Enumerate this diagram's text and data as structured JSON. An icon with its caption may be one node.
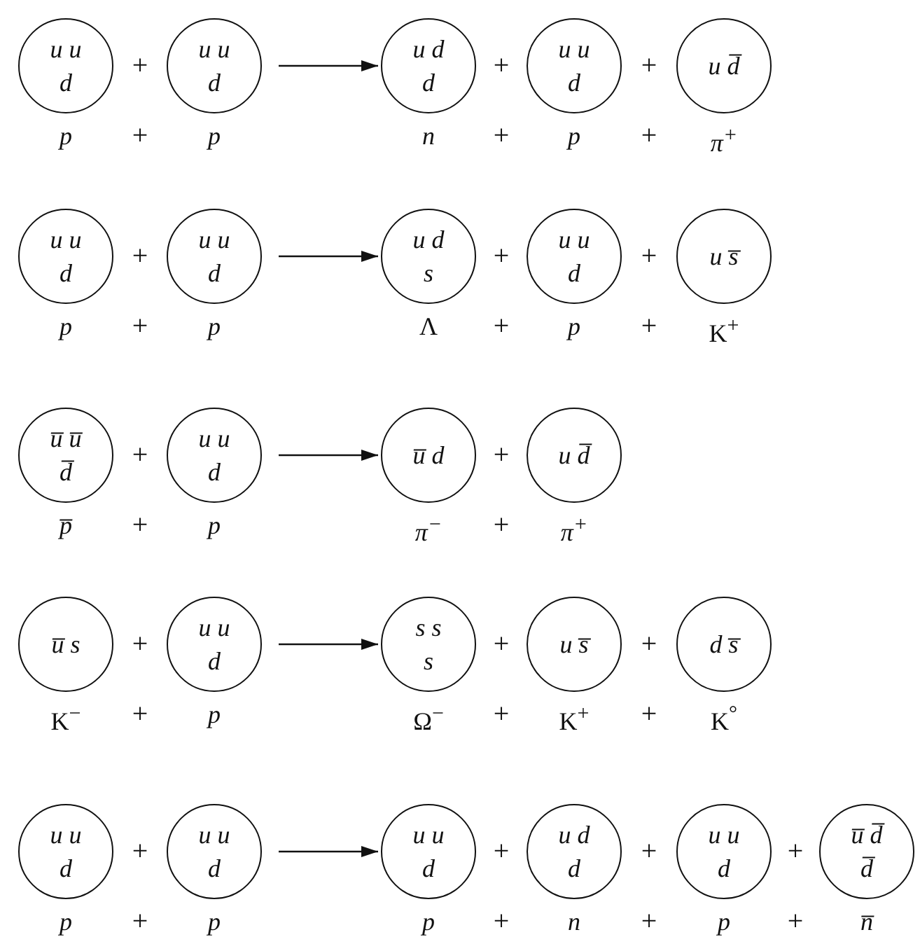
{
  "diagram": {
    "nodes": [
      {
        "text": [
          "u u",
          "d"
        ],
        "beside": [
          "p"
        ]
      },
      {
        "text": [
          "u u",
          "d"
        ],
        "beside": [
          "p"
        ]
      },
      {
        "text": [
          "u d",
          "d"
        ],
        "beside": [
          "n"
        ]
      },
      {
        "text": [
          "u u",
          "d"
        ],
        "beside": [
          "p"
        ]
      },
      {
        "text": [
          "u d̅"
        ],
        "beside": [
          "π$^{+}$"
        ]
      },
      {
        "text": [
          "u u",
          "d"
        ],
        "beside": [
          "p"
        ]
      },
      {
        "text": [
          "u u",
          "d"
        ],
        "beside": [
          "p"
        ]
      },
      {
        "text": [
          "u d",
          "s"
        ],
        "beside": [
          "Λ"
        ]
      },
      {
        "text": [
          "u u",
          "d"
        ],
        "beside": [
          "p"
        ]
      },
      {
        "text": [
          "u s̅"
        ],
        "beside": [
          "K$^{+}$"
        ]
      },
      {
        "text": [
          "u̅ u̅",
          "d̅"
        ],
        "beside": [
          "p̅"
        ]
      },
      {
        "text": [
          "u u",
          "d"
        ],
        "beside": [
          "p"
        ]
      },
      {
        "text": [
          "u̅ d"
        ],
        "beside": [
          "π$^{−}$"
        ]
      },
      {
        "text": [
          "u d̅"
        ],
        "beside": [
          "π$^{+}$"
        ]
      },
      {
        "text": [
          "u̅ s"
        ],
        "beside": [
          "K$^{−}$"
        ]
      },
      {
        "text": [
          "u u",
          "d"
        ],
        "beside": [
          "p"
        ]
      },
      {
        "text": [
          "s s",
          "s"
        ],
        "beside": [
          "Ω$^{−}$"
        ]
      },
      {
        "text": [
          "u s̅"
        ],
        "beside": [
          "K$^{+}$"
        ]
      },
      {
        "text": [
          "d s̅"
        ],
        "beside": [
          "K$^{°}$"
        ]
      },
      {
        "text": [
          "u u",
          "d"
        ],
        "beside": [
          "p"
        ]
      },
      {
        "text": [
          "u u",
          "d"
        ],
        "beside": [
          "p"
        ]
      },
      {
        "text": [
          "u u",
          "d"
        ],
        "beside": [
          "p"
        ]
      },
      {
        "text": [
          "u d",
          "d"
        ],
        "beside": [
          "n"
        ]
      },
      {
        "text": [
          "u u",
          "d"
        ],
        "beside": [
          "p"
        ]
      },
      {
        "text": [
          "u̅ d̅",
          "d̅"
        ],
        "beside": [
          "n̅"
        ]
      }
    ],
    "edges": [
      {
        "from": 1,
        "to": 2,
        "arrow": "to"
      },
      {
        "from": 6,
        "to": 7,
        "arrow": "to"
      },
      {
        "from": 11,
        "to": 12,
        "arrow": "to"
      },
      {
        "from": 15,
        "to": 16,
        "arrow": "to"
      },
      {
        "from": 20,
        "to": 21,
        "arrow": "to"
      }
    ],
    "labels": [
      "+",
      "+",
      "+",
      "+",
      "+",
      "+",
      "+",
      "+",
      "+",
      "+",
      "+",
      "+",
      "+",
      "+",
      "+",
      "+",
      "+",
      "+",
      "+",
      "+",
      "+",
      "+",
      "+",
      "+",
      "+",
      "+",
      "+",
      "+",
      "+",
      "+"
    ]
  }
}
